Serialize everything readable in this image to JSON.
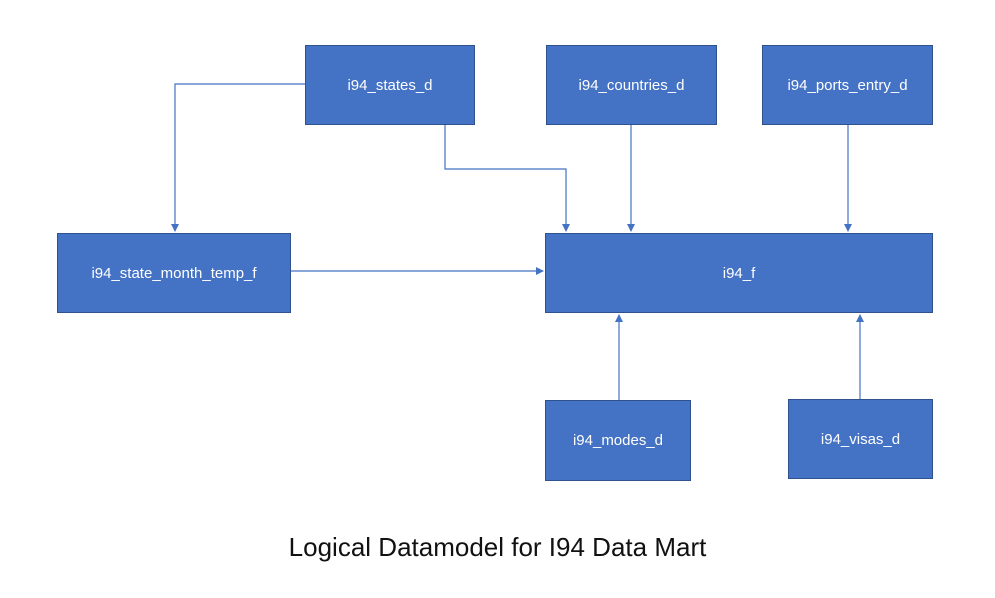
{
  "diagram": {
    "caption": "Logical Datamodel for I94 Data Mart",
    "entities": {
      "states": "i94_states_d",
      "countries": "i94_countries_d",
      "ports_entry": "i94_ports_entry_d",
      "state_month_temp": "i94_state_month_temp_f",
      "fact": "i94_f",
      "modes": "i94_modes_d",
      "visas": "i94_visas_d"
    },
    "relationships": [
      {
        "from": "i94_states_d",
        "to": "i94_state_month_temp_f"
      },
      {
        "from": "i94_states_d",
        "to": "i94_f"
      },
      {
        "from": "i94_countries_d",
        "to": "i94_f"
      },
      {
        "from": "i94_ports_entry_d",
        "to": "i94_f"
      },
      {
        "from": "i94_state_month_temp_f",
        "to": "i94_f"
      },
      {
        "from": "i94_modes_d",
        "to": "i94_f"
      },
      {
        "from": "i94_visas_d",
        "to": "i94_f"
      }
    ],
    "colors": {
      "entity_fill": "#4472c4",
      "entity_border": "#2f528f",
      "entity_text": "#ffffff",
      "connector": "#4472c4"
    }
  }
}
